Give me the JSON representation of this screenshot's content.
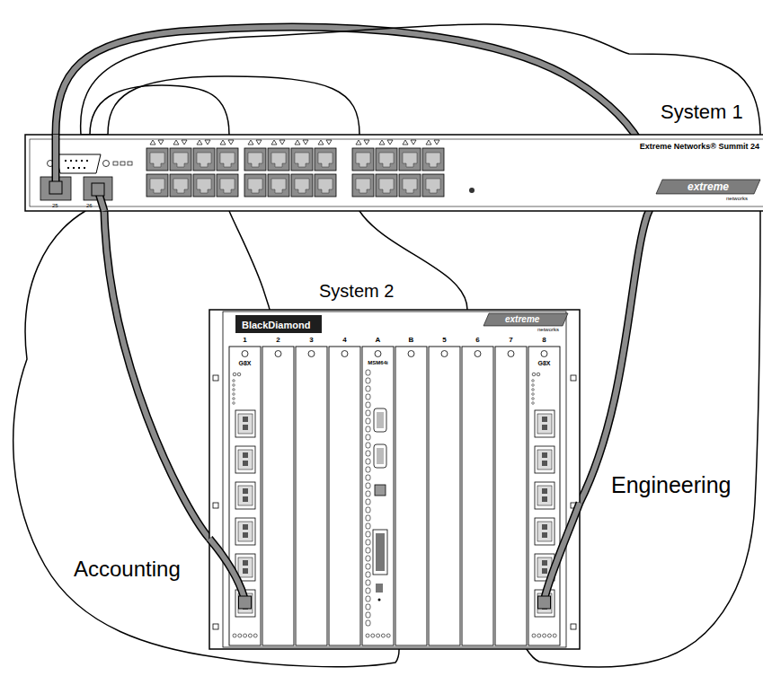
{
  "diagram": {
    "nodes": [
      {
        "text": [
          "System 1",
          "Extreme Networks® Summit 24"
        ]
      },
      {
        "text": [
          "System 2",
          "BlackDiamond"
        ]
      },
      {
        "text": [
          "Accounting"
        ]
      },
      {
        "text": [
          "Engineering"
        ]
      }
    ],
    "edges": [
      {
        "from": 0,
        "to": 1,
        "arrow": "none"
      },
      {
        "from": 0,
        "to": 1,
        "arrow": "none"
      }
    ],
    "labels": [
      "25",
      "26",
      "extreme",
      "networks",
      "extreme",
      "networks",
      "1",
      "2",
      "3",
      "4",
      "A",
      "B",
      "5",
      "6",
      "7",
      "8",
      "G8X",
      "MSM64i",
      "G8X"
    ]
  }
}
